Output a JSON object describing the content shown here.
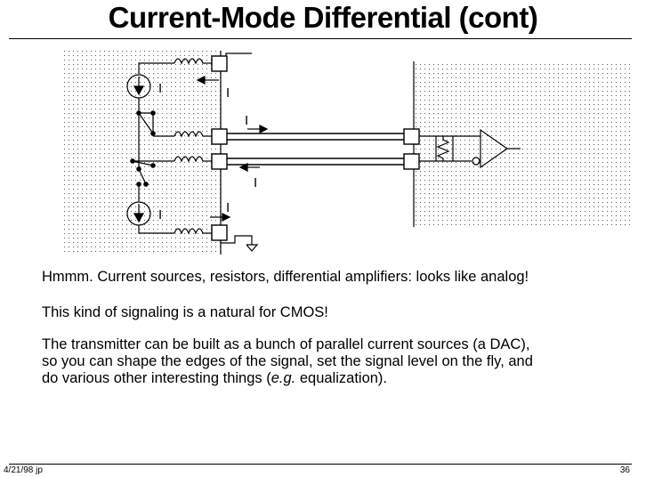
{
  "slide": {
    "title": "Current-Mode Differential (cont)",
    "paragraphs": [
      "Hmmm.  Current sources, resistors, differential amplifiers:  looks like analog!",
      "This kind of signaling is a natural for CMOS!",
      [
        "The transmitter can be built as a bunch of parallel current sources (a DAC),",
        "so you can shape the edges of the signal, set the signal level on the fly, and",
        "do various other interesting things (",
        "e.g.",
        " equalization)."
      ]
    ],
    "footer_left": "4/21/98  jp",
    "footer_right": "36"
  },
  "diagram": {
    "current_labels": [
      "I",
      "I",
      "I",
      "I",
      "I",
      "I"
    ]
  }
}
